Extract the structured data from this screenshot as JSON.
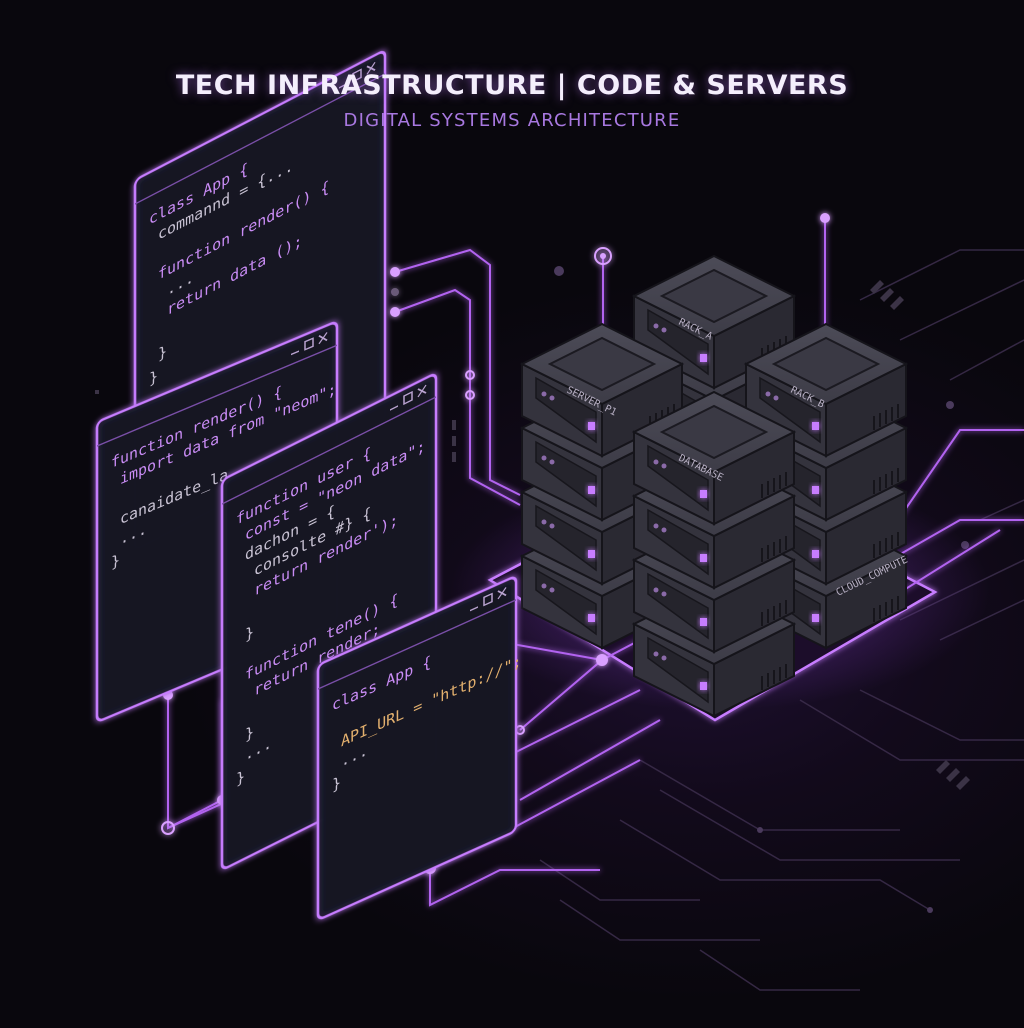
{
  "header": {
    "title": "TECH INFRASTRUCTURE | CODE & SERVERS",
    "subtitle": "DIGITAL SYSTEMS ARCHITECTURE"
  },
  "colors": {
    "background": "#09070d",
    "neon": "#c77dff",
    "server_body": "#3a3a44",
    "code_window": "#141a26"
  },
  "code_windows": [
    {
      "name": "window-class-app",
      "lines": [
        "class App {",
        "  commannd = {...",
        "",
        "  function render() {",
        "    ...",
        "    return data ();",
        "",
        "  }",
        "}"
      ]
    },
    {
      "name": "window-render",
      "lines": [
        "function render() {",
        "  import data from \"neom\";",
        "",
        "  canaidate_la...",
        "  ...",
        "}"
      ]
    },
    {
      "name": "window-user",
      "lines": [
        "function user {",
        "  const  = \"neon data\";",
        "  dachon = {",
        "    consolte #} {",
        "    return render');",
        "",
        "  }",
        "",
        "  function tene() {",
        "    return render;",
        "",
        "  }",
        "  ...",
        "}"
      ]
    },
    {
      "name": "window-api",
      "lines": [
        "class App {",
        "",
        "  API_URL = \"http://\";",
        "  ...",
        "}"
      ]
    }
  ],
  "server_labels": {
    "server_p1": "SERVER_P1",
    "rack_a": "RACK_A",
    "rack_b": "RACK_B",
    "database": "DATABASE",
    "cloud_compute": "CLOUD_COMPUTE"
  }
}
